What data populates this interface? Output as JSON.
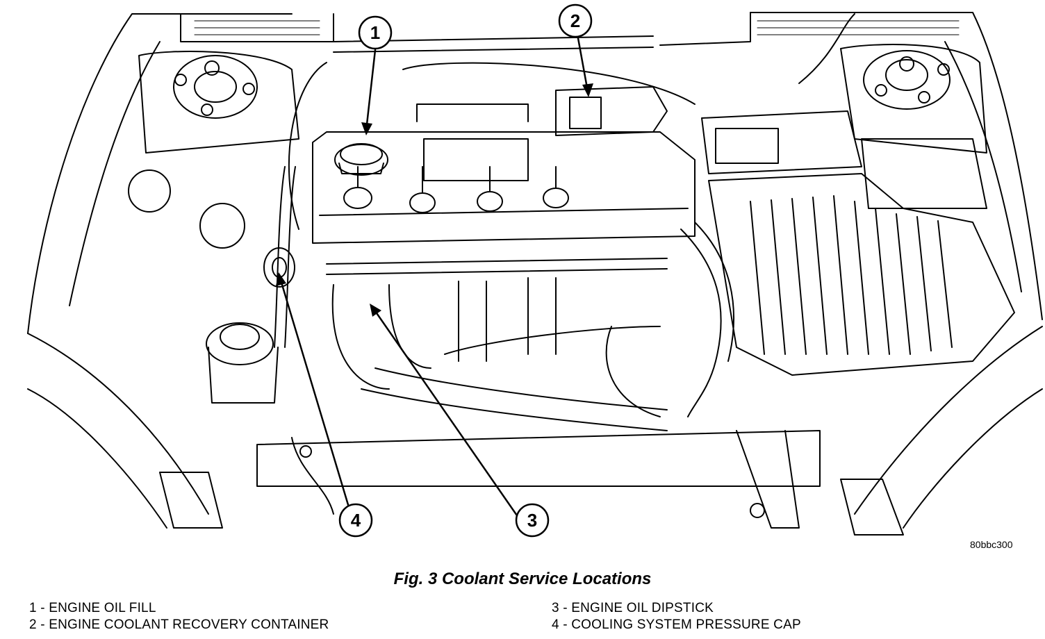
{
  "figure": {
    "code": "80bbc300",
    "caption": "Fig. 3 Coolant Service Locations"
  },
  "callouts": [
    {
      "number": "1",
      "label": "ENGINE OIL FILL"
    },
    {
      "number": "2",
      "label": "ENGINE COOLANT RECOVERY CONTAINER"
    },
    {
      "number": "3",
      "label": "ENGINE OIL DIPSTICK"
    },
    {
      "number": "4",
      "label": "COOLING SYSTEM PRESSURE CAP"
    }
  ],
  "legend": {
    "items": [
      "1 - ENGINE OIL FILL",
      "2 - ENGINE COOLANT RECOVERY CONTAINER",
      "3 - ENGINE OIL DIPSTICK",
      "4 - COOLING SYSTEM PRESSURE CAP"
    ]
  }
}
